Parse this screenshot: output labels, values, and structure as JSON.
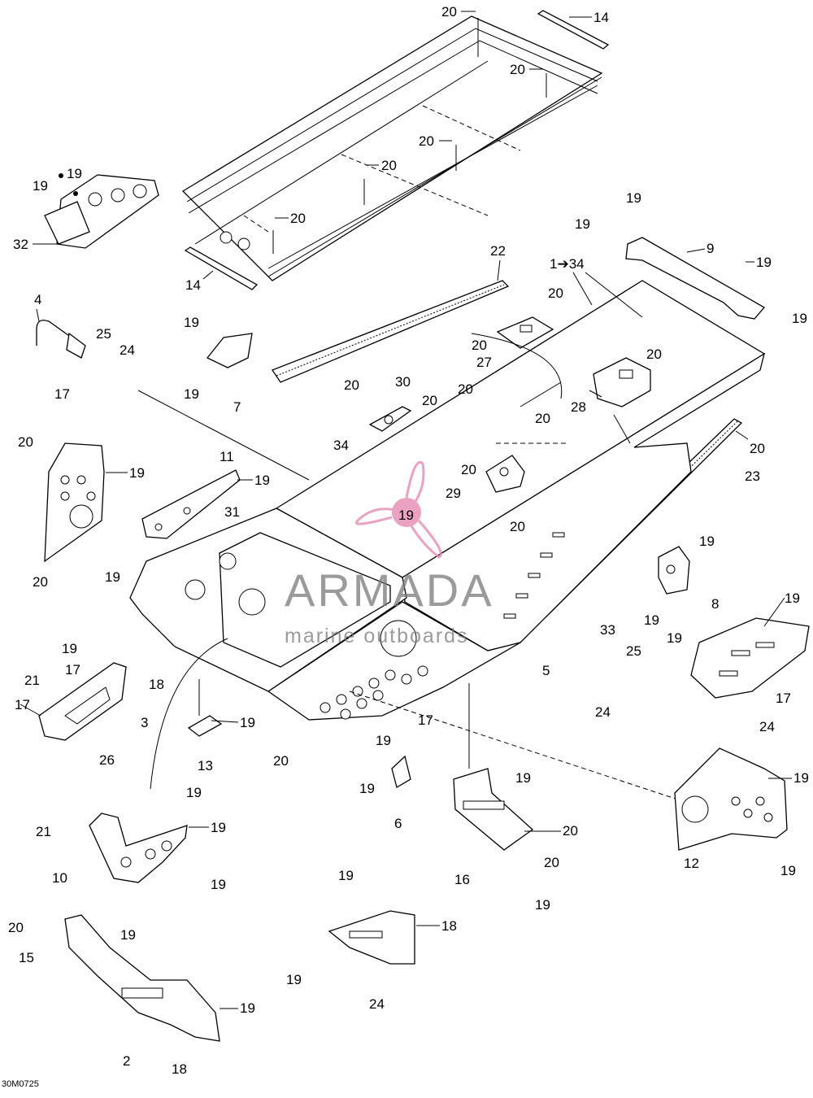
{
  "diagram_id": "30M0725",
  "watermark": {
    "name": "ARMADA",
    "tagline": "marine outboards",
    "logo_color": "#e58ab4"
  },
  "callouts": [
    {
      "id": "c20a",
      "label": "20"
    },
    {
      "id": "c14a",
      "label": "14"
    },
    {
      "id": "c20b",
      "label": "20"
    },
    {
      "id": "c20c",
      "label": "20"
    },
    {
      "id": "c20d",
      "label": "20"
    },
    {
      "id": "c20e",
      "label": "20"
    },
    {
      "id": "c14b",
      "label": "14"
    },
    {
      "id": "c19a",
      "label": "19"
    },
    {
      "id": "c19b",
      "label": "19"
    },
    {
      "id": "c32",
      "label": "32"
    },
    {
      "id": "c22",
      "label": "22"
    },
    {
      "id": "c1to34",
      "label": "1➔34"
    },
    {
      "id": "c19c",
      "label": "19"
    },
    {
      "id": "c19d",
      "label": "19"
    },
    {
      "id": "c9",
      "label": "9"
    },
    {
      "id": "c19e",
      "label": "19"
    },
    {
      "id": "c19f",
      "label": "19"
    },
    {
      "id": "c20f",
      "label": "20"
    },
    {
      "id": "c20g",
      "label": "20"
    },
    {
      "id": "c27",
      "label": "27"
    },
    {
      "id": "c20h",
      "label": "20"
    },
    {
      "id": "c20i",
      "label": "20"
    },
    {
      "id": "c28",
      "label": "28"
    },
    {
      "id": "c4",
      "label": "4"
    },
    {
      "id": "c25a",
      "label": "25"
    },
    {
      "id": "c24a",
      "label": "24"
    },
    {
      "id": "c17a",
      "label": "17"
    },
    {
      "id": "c19g",
      "label": "19"
    },
    {
      "id": "c19h",
      "label": "19"
    },
    {
      "id": "c7",
      "label": "7"
    },
    {
      "id": "c20j",
      "label": "20"
    },
    {
      "id": "c30",
      "label": "30"
    },
    {
      "id": "c20k",
      "label": "20"
    },
    {
      "id": "c20l",
      "label": "20"
    },
    {
      "id": "c20m",
      "label": "20"
    },
    {
      "id": "c23",
      "label": "23"
    },
    {
      "id": "c20n",
      "label": "20"
    },
    {
      "id": "c19i",
      "label": "19"
    },
    {
      "id": "c11",
      "label": "11"
    },
    {
      "id": "c19j",
      "label": "19"
    },
    {
      "id": "c34",
      "label": "34"
    },
    {
      "id": "c20o",
      "label": "20"
    },
    {
      "id": "c29",
      "label": "29"
    },
    {
      "id": "c31",
      "label": "31"
    },
    {
      "id": "c19k",
      "label": "19"
    },
    {
      "id": "c20p",
      "label": "20"
    },
    {
      "id": "c20q",
      "label": "20"
    },
    {
      "id": "c19l",
      "label": "19"
    },
    {
      "id": "c19m",
      "label": "19"
    },
    {
      "id": "c19n",
      "label": "19"
    },
    {
      "id": "c8",
      "label": "8"
    },
    {
      "id": "c19o",
      "label": "19"
    },
    {
      "id": "c19p",
      "label": "19"
    },
    {
      "id": "c33",
      "label": "33"
    },
    {
      "id": "c25b",
      "label": "25"
    },
    {
      "id": "c5",
      "label": "5"
    },
    {
      "id": "c24b",
      "label": "24"
    },
    {
      "id": "c17b",
      "label": "17"
    },
    {
      "id": "c19q",
      "label": "19"
    },
    {
      "id": "c17c",
      "label": "17"
    },
    {
      "id": "c21a",
      "label": "21"
    },
    {
      "id": "c17d",
      "label": "17"
    },
    {
      "id": "c3",
      "label": "3"
    },
    {
      "id": "c26",
      "label": "26"
    },
    {
      "id": "c18a",
      "label": "18"
    },
    {
      "id": "c19r",
      "label": "19"
    },
    {
      "id": "c13",
      "label": "13"
    },
    {
      "id": "c20r",
      "label": "20"
    },
    {
      "id": "c19s",
      "label": "19"
    },
    {
      "id": "c17e",
      "label": "17"
    },
    {
      "id": "c19t",
      "label": "19"
    },
    {
      "id": "c6",
      "label": "6"
    },
    {
      "id": "c19u",
      "label": "19"
    },
    {
      "id": "c20s",
      "label": "20"
    },
    {
      "id": "c16",
      "label": "16"
    },
    {
      "id": "c20t",
      "label": "20"
    },
    {
      "id": "c19v",
      "label": "19"
    },
    {
      "id": "c24c",
      "label": "24"
    },
    {
      "id": "c19w",
      "label": "19"
    },
    {
      "id": "c12",
      "label": "12"
    },
    {
      "id": "c19x",
      "label": "19"
    },
    {
      "id": "c19y",
      "label": "19"
    },
    {
      "id": "c21b",
      "label": "21"
    },
    {
      "id": "c19z",
      "label": "19"
    },
    {
      "id": "c10",
      "label": "10"
    },
    {
      "id": "c19aa",
      "label": "19"
    },
    {
      "id": "c19ab",
      "label": "19"
    },
    {
      "id": "c19ac",
      "label": "19"
    },
    {
      "id": "c20u",
      "label": "20"
    },
    {
      "id": "c18b",
      "label": "18"
    },
    {
      "id": "c15",
      "label": "15"
    },
    {
      "id": "c19ad",
      "label": "19"
    },
    {
      "id": "c24d",
      "label": "24"
    },
    {
      "id": "c19ae",
      "label": "19"
    },
    {
      "id": "c2",
      "label": "2"
    },
    {
      "id": "c18c",
      "label": "18"
    },
    {
      "id": "c19af",
      "label": "19"
    }
  ]
}
